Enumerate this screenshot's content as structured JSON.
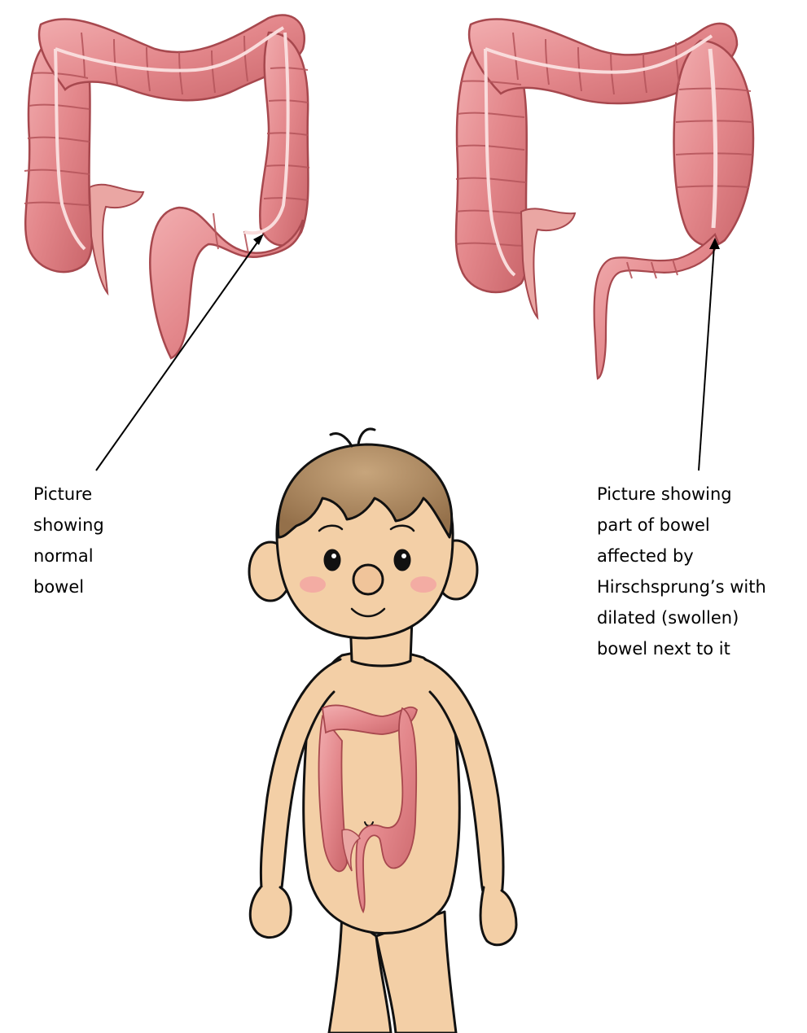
{
  "captions": {
    "normal_bowel": "Picture\nshowing\nnormal\nbowel",
    "affected_bowel": "Picture showing\npart of bowel\naffected by\nHirschsprung’s with\ndilated (swollen)\nbowel next to it"
  },
  "colors": {
    "bowel_fill": "#e58a8c",
    "bowel_dark": "#b9545a",
    "bowel_highlight": "#f6c2c2",
    "appendix_fill": "#eaa6a3",
    "skin": "#f3cfa6",
    "skin_shadow": "#e3b488",
    "hair": "#a8825a",
    "outline": "#111111",
    "cheek": "#f2a3a3"
  },
  "icons": {
    "normal_bowel": "normal-bowel-illustration",
    "affected_bowel": "hirschsprung-bowel-illustration",
    "child": "child-figure-illustration"
  }
}
